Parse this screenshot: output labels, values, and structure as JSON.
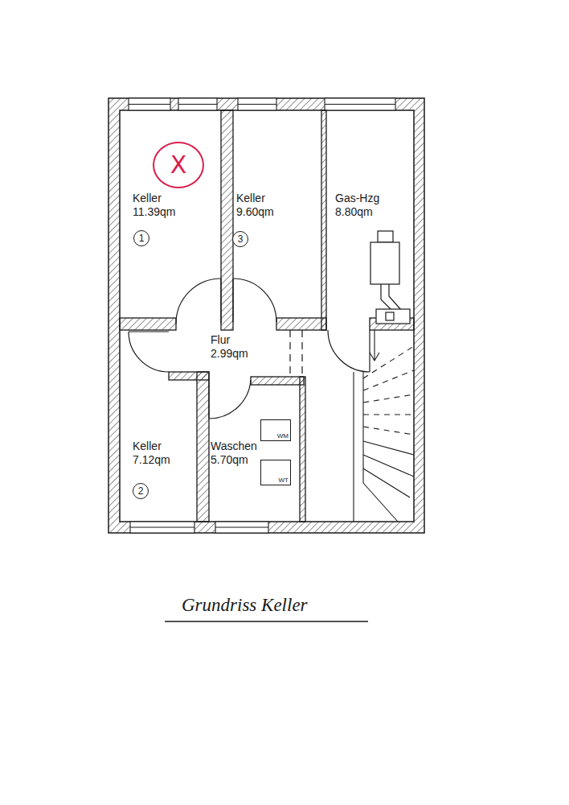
{
  "diagram": {
    "caption": "Grundriss Keller",
    "nodes": [
      {
        "text": [
          "Keller",
          "11.39qm"
        ]
      },
      {
        "text": [
          "X"
        ],
        "in": 0
      },
      {
        "text": [
          "1"
        ],
        "in": 0
      },
      {
        "text": [
          "Keller",
          "9.60qm"
        ]
      },
      {
        "text": [
          "3"
        ],
        "in": 3
      },
      {
        "text": [
          "Gas-Hzg",
          "8.80qm"
        ]
      },
      {
        "text": [
          "Flur",
          "2.99qm"
        ]
      },
      {
        "text": [
          "Keller",
          "7.12qm"
        ]
      },
      {
        "text": [
          "2"
        ],
        "in": 7
      },
      {
        "text": [
          "Waschen",
          "5.70qm"
        ]
      },
      {
        "text": [
          "WM"
        ],
        "in": 9
      },
      {
        "text": [
          "WT"
        ],
        "in": 9
      }
    ]
  }
}
